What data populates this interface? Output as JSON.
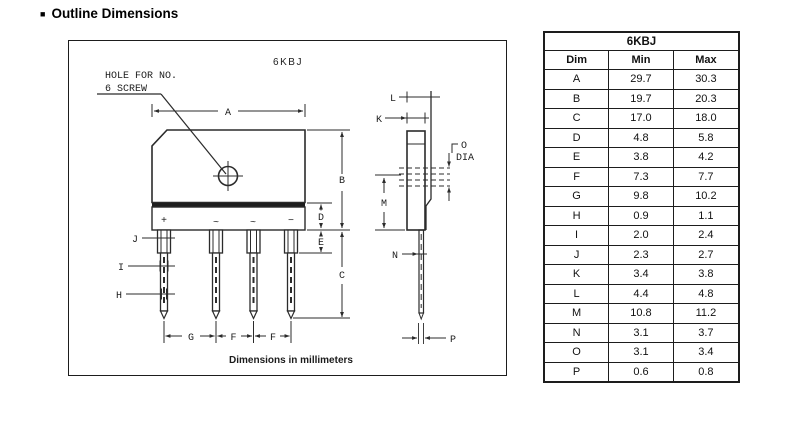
{
  "page": {
    "section_title": "Outline Dimensions",
    "section_bullet": "■"
  },
  "drawing": {
    "part_number": "6KBJ",
    "hole_note": [
      "HOLE FOR NO.",
      "6 SCREW"
    ],
    "terminals": [
      "+",
      "~",
      "~",
      "−"
    ],
    "footer": "Dimensions in millimeters",
    "labels": {
      "A": "A",
      "B": "B",
      "C": "C",
      "D": "D",
      "E": "E",
      "F": "F",
      "G": "G",
      "H": "H",
      "I": "I",
      "J": "J",
      "K": "K",
      "L": "L",
      "M": "M",
      "N": "N",
      "O": "O",
      "P": "P",
      "DIA": "DIA"
    }
  },
  "table": {
    "title": "6KBJ",
    "columns": [
      "Dim",
      "Min",
      "Max"
    ],
    "rows": [
      [
        "A",
        "29.7",
        "30.3"
      ],
      [
        "B",
        "19.7",
        "20.3"
      ],
      [
        "C",
        "17.0",
        "18.0"
      ],
      [
        "D",
        "4.8",
        "5.8"
      ],
      [
        "E",
        "3.8",
        "4.2"
      ],
      [
        "F",
        "7.3",
        "7.7"
      ],
      [
        "G",
        "9.8",
        "10.2"
      ],
      [
        "H",
        "0.9",
        "1.1"
      ],
      [
        "I",
        "2.0",
        "2.4"
      ],
      [
        "J",
        "2.3",
        "2.7"
      ],
      [
        "K",
        "3.4",
        "3.8"
      ],
      [
        "L",
        "4.4",
        "4.8"
      ],
      [
        "M",
        "10.8",
        "11.2"
      ],
      [
        "N",
        "3.1",
        "3.7"
      ],
      [
        "O",
        "3.1",
        "3.4"
      ],
      [
        "P",
        "0.6",
        "0.8"
      ]
    ]
  }
}
